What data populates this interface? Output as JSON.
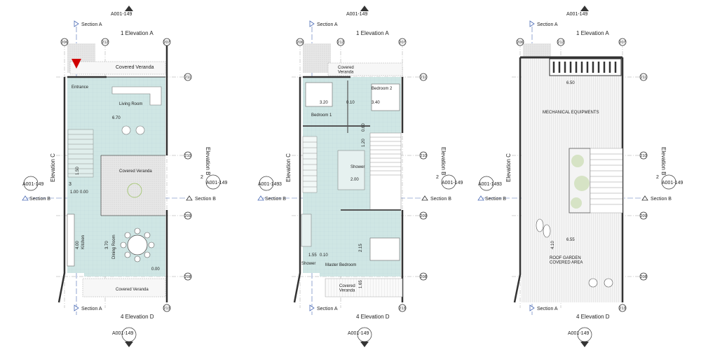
{
  "colors": {
    "room_fill": "#cfe6e4",
    "wall": "#333333",
    "section_blue": "#4b6bb5",
    "marker_red": "#d00000",
    "veranda_fill": "#e6e6e6"
  },
  "grid_ids": {
    "a": "206",
    "b": "212",
    "c": "207",
    "d": "211",
    "e": "210",
    "f": "209",
    "g": "208",
    "h": "213"
  },
  "plans": [
    {
      "id": "ground",
      "section_a_top": "Section A",
      "section_a_bottom": "Section A",
      "section_b_left": "Section B",
      "section_b_right": "Section B",
      "elev_top_ref": "A001-149",
      "elev_top_label": "1 Elevation A",
      "elev_bottom_ref": "A001-149",
      "elev_bottom_label": "4 Elevation D",
      "elev_left_label": "Elevation C",
      "elev_left_ref": "A001-149",
      "elev_left_num": "3",
      "elev_right_label": "Elevation B",
      "elev_right_ref": "A001-149",
      "elev_right_num": "2",
      "rooms": {
        "covered_veranda_top": "Covered Veranda",
        "entrance": "Entrance",
        "living_room": "Living Room",
        "covered_veranda_mid": "Covered Veranda",
        "kitchen": "Kitchen",
        "dining_room": "Dining Room",
        "covered_veranda_bottom": "Covered Veranda"
      },
      "dims": {
        "d1": "6.70",
        "d2": "1.50",
        "d3": "3.70",
        "d4": "4.00",
        "d5": "1.00",
        "d6": "0.00",
        "d7": "0.00"
      }
    },
    {
      "id": "first",
      "section_a_top": "Section A",
      "section_a_bottom": "Section A",
      "section_b_left": "Section B",
      "section_b_right": "Section B",
      "elev_top_ref": "A001-149",
      "elev_top_label": "1 Elevation A",
      "elev_bottom_ref": "A001-149",
      "elev_bottom_label": "4 Elevation D",
      "elev_left_label": "Elevation C",
      "elev_left_ref": "A001-149",
      "elev_left_num": "3",
      "elev_right_label": "Elevation B",
      "elev_right_ref": "A001-149",
      "elev_right_num": "2",
      "rooms": {
        "covered_veranda_top": "Covered\nVeranda",
        "bedroom1": "Bedroom 1",
        "bedroom2": "Bedroom 2",
        "shower": "Shower",
        "master_bedroom": "Master Bedroom",
        "shower2": "Shower",
        "covered_veranda_bottom": "Covered\nVeranda"
      },
      "dims": {
        "d1": "3.20",
        "d2": "3.40",
        "d3": "0.10",
        "d4": "2.00",
        "d5": "1.55",
        "d6": "0.10",
        "d7": "2.15",
        "d8": "1.65",
        "d9": "0.60",
        "d10": "1.20"
      }
    },
    {
      "id": "roof",
      "section_a_top": "Section A",
      "section_a_bottom": "Section A",
      "section_b_left": "Section B",
      "section_b_right": "Section B",
      "elev_top_ref": "A001-149",
      "elev_top_label": "1 Elevation A",
      "elev_bottom_ref": "A001-149",
      "elev_bottom_label": "4 Elevation D",
      "elev_left_label": "Elevation C",
      "elev_left_ref": "A001-149",
      "elev_left_num": "3",
      "elev_right_label": "Elevation B",
      "elev_right_ref": "A001-149",
      "elev_right_num": "2",
      "rooms": {
        "mech": "MECHANICAL EQUIPMENTS",
        "roof_garden": "ROOF GARDEN\nCOVERED AREA"
      },
      "dims": {
        "d1": "6.50",
        "d2": "6.55",
        "d3": "4.10"
      }
    }
  ]
}
